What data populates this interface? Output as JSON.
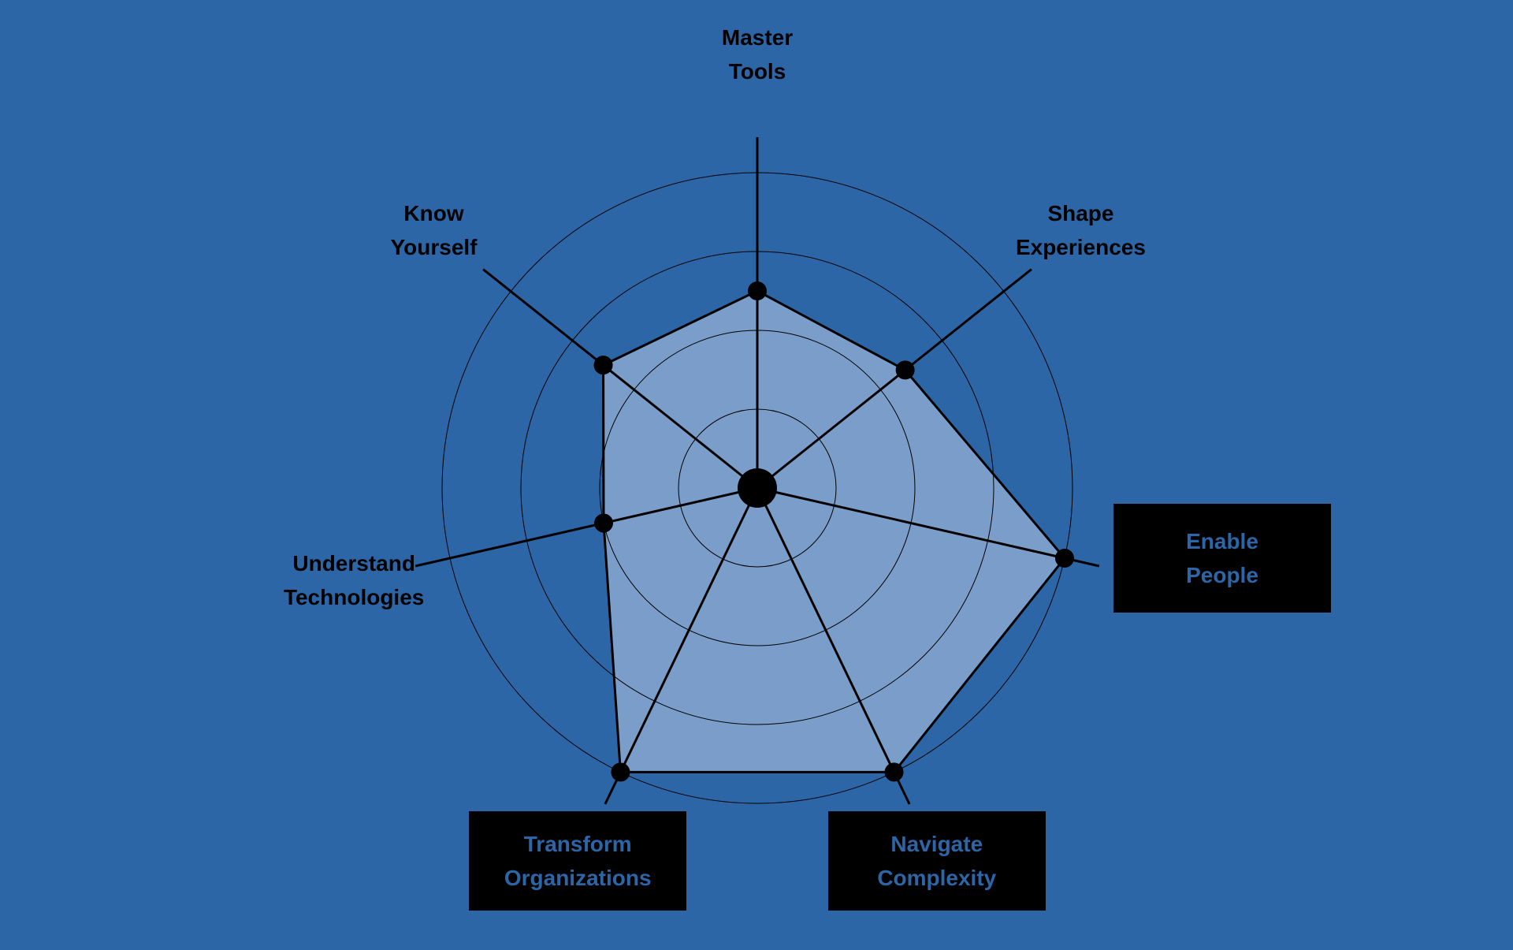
{
  "chart_data": {
    "type": "radar",
    "title": "",
    "rings": [
      1,
      2,
      3,
      4
    ],
    "rmax": 4,
    "axes": [
      {
        "id": "master-tools",
        "lines": [
          "Master",
          "Tools"
        ],
        "value": 2.5,
        "highlighted": false
      },
      {
        "id": "shape-experiences",
        "lines": [
          "Shape",
          "Experiences"
        ],
        "value": 2.4,
        "highlighted": false
      },
      {
        "id": "enable-people",
        "lines": [
          "Enable",
          "People"
        ],
        "value": 4.0,
        "highlighted": true
      },
      {
        "id": "navigate-complexity",
        "lines": [
          "Navigate",
          "Complexity"
        ],
        "value": 4.0,
        "highlighted": true
      },
      {
        "id": "transform-organizations",
        "lines": [
          "Transform",
          "Organizations"
        ],
        "value": 4.0,
        "highlighted": true
      },
      {
        "id": "understand-technologies",
        "lines": [
          "Understand",
          "Technologies"
        ],
        "value": 2.0,
        "highlighted": false
      },
      {
        "id": "know-yourself",
        "lines": [
          "Know",
          "Yourself"
        ],
        "value": 2.5,
        "highlighted": false
      }
    ]
  },
  "colors": {
    "background": "#2c66a7",
    "fill": "#7a9ec9",
    "line": "#000000",
    "highlight_text": "#2c66a7"
  }
}
